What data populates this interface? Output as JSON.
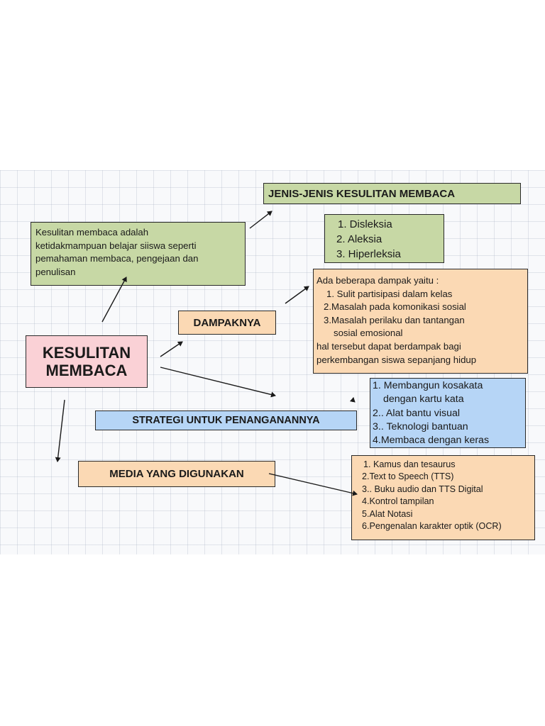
{
  "center": {
    "title_line1": "KESULITAN",
    "title_line2": "MEMBACA"
  },
  "definition": {
    "lines": [
      "Kesulitan membaca adalah",
      "ketidakmampuan belajar siiswa seperti",
      "pemahaman membaca, pengejaan dan",
      "penulisan"
    ]
  },
  "types": {
    "title": "JENIS-JENIS KESULITAN MEMBACA",
    "items": [
      "1. Disleksia",
      "2. Aleksia",
      "3. Hiperleksia"
    ]
  },
  "impact": {
    "title": "DAMPAKNYA",
    "intro": "Ada beberapa dampak yaitu :",
    "items": [
      "1. Sulit partisipasi dalam kelas",
      "2.Masalah pada komonikasi sosial",
      "3.Masalah perilaku dan tantangan",
      "sosial emosional"
    ],
    "closing": [
      "hal tersebut dapat berdampak bagi",
      "perkembangan siswa sepanjang hidup"
    ]
  },
  "strategy": {
    "title": "STRATEGI UNTUK PENANGANANNYA",
    "items": [
      "1. Membangun kosakata",
      "dengan kartu kata",
      "2.. Alat bantu visual",
      "3.. Teknologi bantuan",
      "4.Membaca dengan keras"
    ]
  },
  "media": {
    "title": "MEDIA YANG DIGUNAKAN",
    "items": [
      "1. Kamus dan tesaurus",
      "2.Text to Speech (TTS)",
      "3.. Buku audio dan TTS Digital",
      "4.Kontrol tampilan",
      "5.Alat Notasi",
      "6.Pengenalan karakter optik (OCR)"
    ]
  },
  "colors": {
    "green": "#c7d8a5",
    "peach": "#fbd9b4",
    "pink": "#fad1d6",
    "blue": "#b6d5f6",
    "border": "#2a2a2a"
  }
}
